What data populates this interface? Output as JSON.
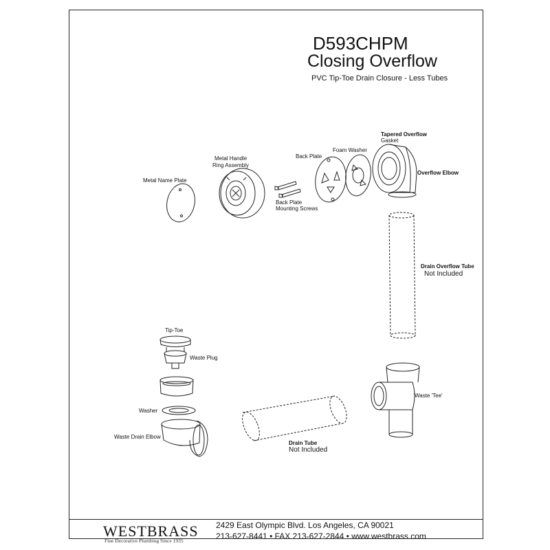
{
  "header": {
    "model": "D593CHPM",
    "title": "Closing Overflow",
    "subtitle": "PVC Tip-Toe Drain Closure - Less Tubes"
  },
  "labels": {
    "metal_name_plate": "Metal Name Plate",
    "metal_handle_line1": "Metal Handle",
    "metal_handle_line2": "Ring Assembly",
    "back_plate": "Back Plate",
    "foam_washer": "Foam Washer",
    "tapered_overflow_line1": "Tapered Overflow",
    "tapered_overflow_line2": "Gasket",
    "overflow_elbow": "Overflow Elbow",
    "screws_line1": "Back Plate",
    "screws_line2": "Mounting Screws",
    "drain_overflow_tube_line1": "Drain Overflow Tube",
    "drain_overflow_tube_line2": "Not Included",
    "tip_toe": "Tip-Toe",
    "waste_plug": "Waste Plug",
    "washer": "Washer",
    "waste_drain_elbow": "Waste Drain Elbow",
    "waste_tee": "Waste 'Tee'",
    "drain_tube_line1": "Drain Tube",
    "drain_tube_line2": "Not Included"
  },
  "footer": {
    "brand": "WESTBRASS",
    "tagline": "Fine Decorative Plumbing Since 1935",
    "address": "2429 East Olympic Blvd. Los Angeles, CA  90021",
    "contact": "213-627-8441 • FAX 213-627-2844 • www.westbrass.com"
  }
}
